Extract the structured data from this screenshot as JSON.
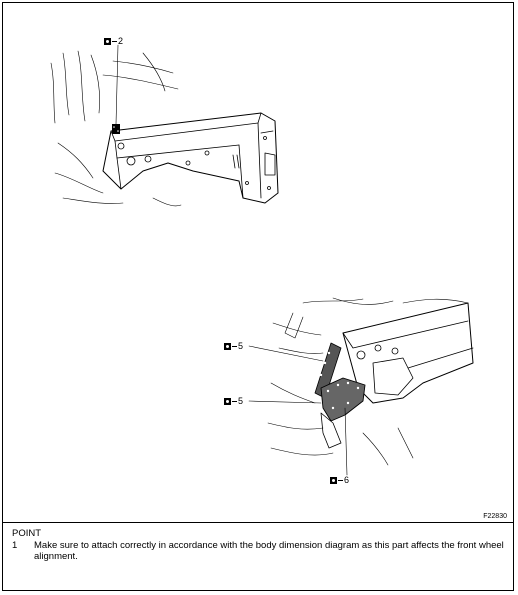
{
  "figure": {
    "callouts": [
      {
        "number": "2"
      },
      {
        "number": "5"
      },
      {
        "number": "5"
      },
      {
        "number": "6"
      }
    ],
    "figure_id": "F22830"
  },
  "point": {
    "title": "POINT",
    "items": [
      {
        "number": "1",
        "text": "Make sure to attach correctly in accordance with the body dimension diagram as this part affects the front wheel alignment."
      }
    ]
  }
}
